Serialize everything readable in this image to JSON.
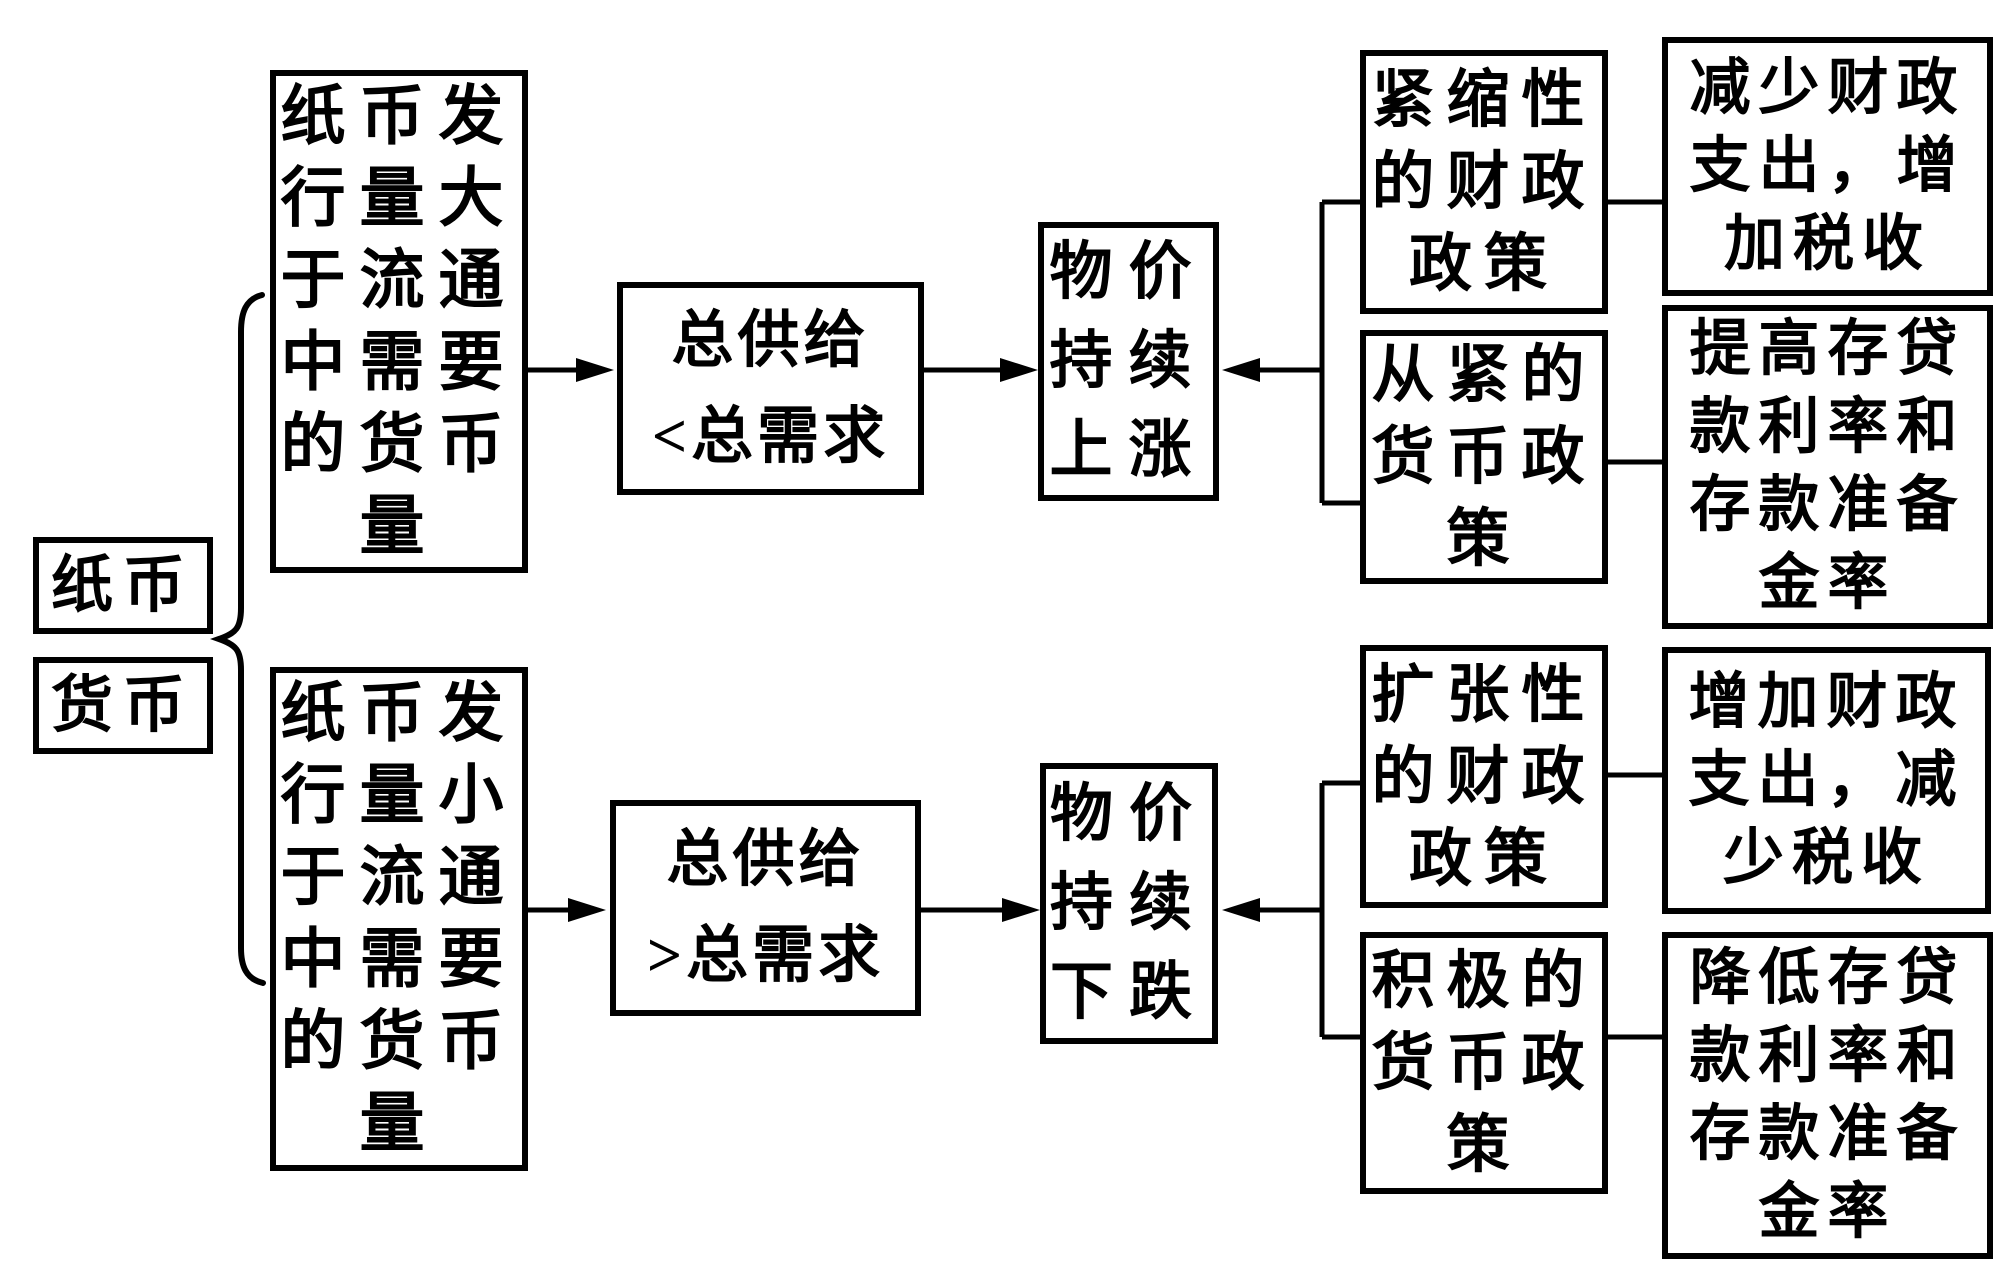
{
  "colors": {
    "ink": "#000000",
    "background": "#ffffff"
  },
  "diagram": {
    "subject": {
      "paper_money": "纸币",
      "currency": "货币"
    },
    "inflation_path": {
      "condition": "纸币发\n行量大\n于流通\n中需要\n的货币\n量",
      "supply_demand": "总供给\n<总需求",
      "price_trend": "物价\n持续\n上涨",
      "fiscal_policy": "紧缩性\n的财政\n政策",
      "monetary_policy": "从紧的\n货币政\n策",
      "fiscal_measures": "减少财政\n支出，增\n加税收",
      "monetary_measures": "提高存贷\n款利率和\n存款准备\n金率"
    },
    "deflation_path": {
      "condition": "纸币发\n行量小\n于流通\n中需要\n的货币\n量",
      "supply_demand": "总供给\n>总需求",
      "price_trend": "物价\n持续\n下跌",
      "fiscal_policy": "扩张性\n的财政\n政策",
      "monetary_policy": "积极的\n货币政\n策",
      "fiscal_measures": "增加财政\n支出，减\n少税收",
      "monetary_measures": "降低存贷\n款利率和\n存款准备\n金率"
    }
  }
}
